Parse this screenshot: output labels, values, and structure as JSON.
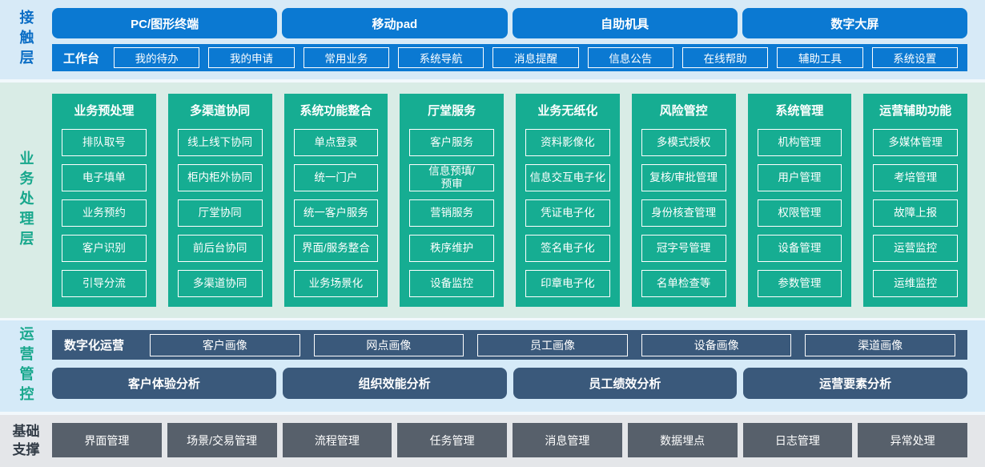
{
  "colors": {
    "blue": "#0b79d2",
    "teal": "#16ad92",
    "slate_blue": "#3a597b",
    "gray": "#57606b",
    "contact_bg": "#d7eaf7",
    "business_bg": "#d9ece6",
    "ops_bg": "#d5eaf8",
    "foundation_bg": "#e4e6e9"
  },
  "layers": {
    "contact": {
      "label": "接触层",
      "channels": [
        "PC/图形终端",
        "移动pad",
        "自助机具",
        "数字大屏"
      ],
      "workbench": {
        "label": "工作台",
        "items": [
          "我的待办",
          "我的申请",
          "常用业务",
          "系统导航",
          "消息提醒",
          "信息公告",
          "在线帮助",
          "辅助工具",
          "系统设置"
        ]
      }
    },
    "business": {
      "label": "业务处理层",
      "columns": [
        {
          "title": "业务预处理",
          "items": [
            "排队取号",
            "电子填单",
            "业务预约",
            "客户识别",
            "引导分流"
          ]
        },
        {
          "title": "多渠道协同",
          "items": [
            "线上线下协同",
            "柜内柜外协同",
            "厅堂协同",
            "前后台协同",
            "多渠道协同"
          ]
        },
        {
          "title": "系统功能整合",
          "items": [
            "单点登录",
            "统一门户",
            "统一客户服务",
            "界面/服务整合",
            "业务场景化"
          ]
        },
        {
          "title": "厅堂服务",
          "items": [
            "客户服务",
            "信息预填/\n预审",
            "营销服务",
            "秩序维护",
            "设备监控"
          ]
        },
        {
          "title": "业务无纸化",
          "items": [
            "资料影像化",
            "信息交互电子化",
            "凭证电子化",
            "签名电子化",
            "印章电子化"
          ]
        },
        {
          "title": "风险管控",
          "items": [
            "多模式授权",
            "复核/审批管理",
            "身份核查管理",
            "冠字号管理",
            "名单检查等"
          ]
        },
        {
          "title": "系统管理",
          "items": [
            "机构管理",
            "用户管理",
            "权限管理",
            "设备管理",
            "参数管理"
          ]
        },
        {
          "title": "运营辅助功能",
          "items": [
            "多媒体管理",
            "考培管理",
            "故障上报",
            "运营监控",
            "运维监控"
          ]
        }
      ]
    },
    "operation": {
      "label": "运营管控",
      "digital_ops": {
        "label": "数字化运营",
        "items": [
          "客户画像",
          "网点画像",
          "员工画像",
          "设备画像",
          "渠道画像"
        ]
      },
      "analysis": [
        "客户体验分析",
        "组织效能分析",
        "员工绩效分析",
        "运营要素分析"
      ]
    },
    "foundation": {
      "label": "基础支撑",
      "items": [
        "界面管理",
        "场景/交易管理",
        "流程管理",
        "任务管理",
        "消息管理",
        "数据埋点",
        "日志管理",
        "异常处理"
      ]
    }
  }
}
